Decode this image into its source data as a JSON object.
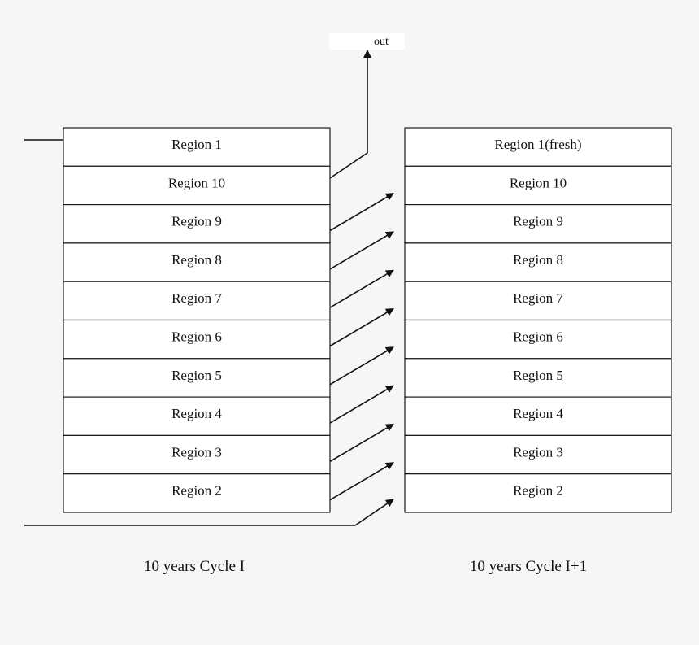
{
  "out_label": "out",
  "left_column": {
    "caption": "10 years Cycle I",
    "regions": [
      "Region 1",
      "Region 10",
      "Region 9",
      "Region 8",
      "Region 7",
      "Region 6",
      "Region 5",
      "Region 4",
      "Region 3",
      "Region 2"
    ]
  },
  "right_column": {
    "caption": "10 years Cycle I+1",
    "regions": [
      "Region 1(fresh)",
      "Region 10",
      "Region 9",
      "Region 8",
      "Region 7",
      "Region 6",
      "Region 5",
      "Region 4",
      "Region 3",
      "Region 2"
    ]
  },
  "colors": {
    "line": "#111111",
    "cell_fill": "#ffffff",
    "background": "#f6f6f6"
  }
}
